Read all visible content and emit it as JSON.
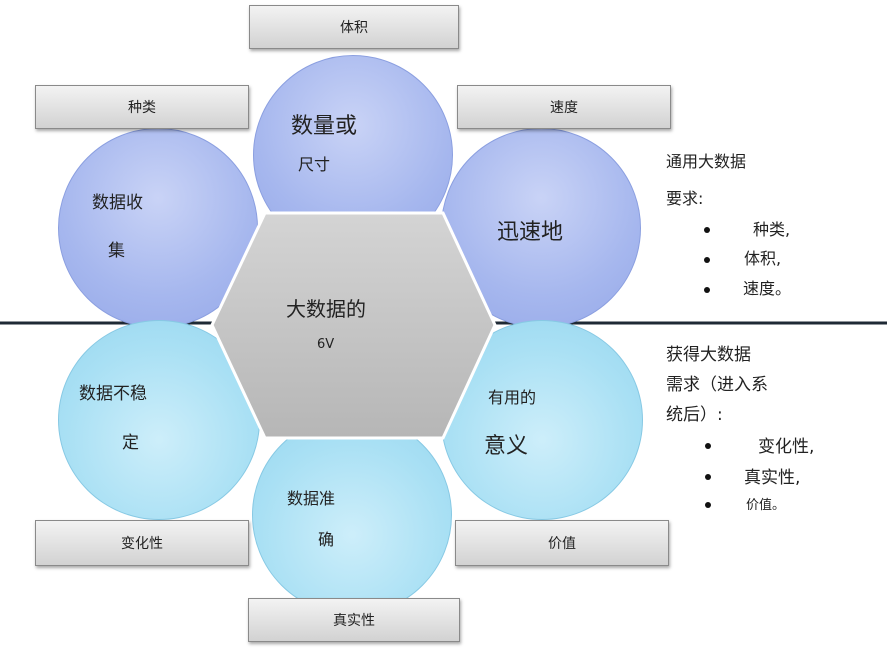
{
  "diagram": {
    "center": {
      "line1": "大数据的",
      "line2": "6V"
    },
    "labels": {
      "volume": "体积",
      "variety": "种类",
      "velocity": "速度",
      "variability": "变化性",
      "value": "价值",
      "veracity": "真实性"
    },
    "circles": {
      "top": {
        "line1": "数量或",
        "line2": "尺寸"
      },
      "top_left": {
        "line1": "数据收",
        "line2": "集"
      },
      "top_right": {
        "line1": "迅速地"
      },
      "bottom_left": {
        "line1": "数据不稳",
        "line2": "定"
      },
      "bottom_right": {
        "line1": "有用的",
        "line2": "意义"
      },
      "bottom": {
        "line1": "数据准",
        "line2": "确"
      }
    }
  },
  "side_notes": {
    "general": {
      "heading_line1": "通用大数据",
      "heading_line2": "要求:",
      "items": [
        "种类,",
        "体积,",
        "速度。"
      ]
    },
    "acquire": {
      "heading_line1": "获得大数据",
      "heading_line2": "需求（进入系",
      "heading_line3": "统后）:",
      "items": [
        "变化性,",
        "真实性,",
        "价值。"
      ]
    }
  }
}
